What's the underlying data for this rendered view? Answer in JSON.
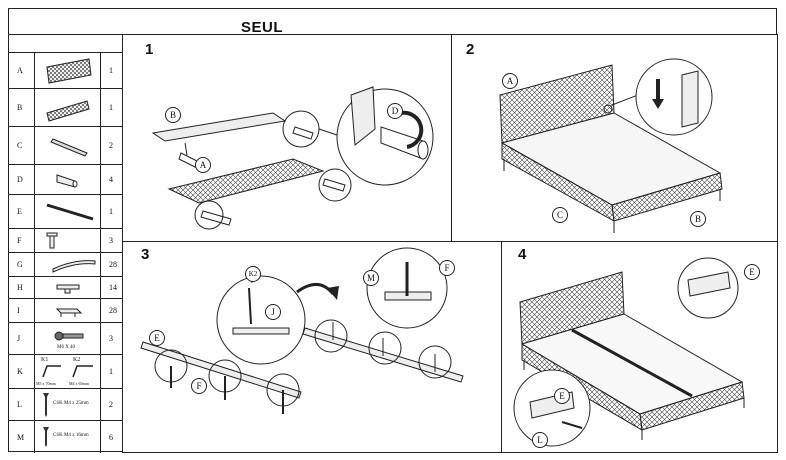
{
  "title": "SEUL",
  "parts": [
    {
      "letter": "A",
      "qty": "1",
      "icon": "headboard-panel"
    },
    {
      "letter": "B",
      "qty": "1",
      "icon": "footboard-panel"
    },
    {
      "letter": "C",
      "qty": "2",
      "icon": "side-rail"
    },
    {
      "letter": "D",
      "qty": "4",
      "icon": "leg"
    },
    {
      "letter": "E",
      "qty": "1",
      "icon": "center-beam"
    },
    {
      "letter": "F",
      "qty": "3",
      "icon": "support-leg"
    },
    {
      "letter": "G",
      "qty": "28",
      "icon": "slat"
    },
    {
      "letter": "H",
      "qty": "14",
      "icon": "slat-holder"
    },
    {
      "letter": "I",
      "qty": "28",
      "icon": "slat-cap"
    },
    {
      "letter": "J",
      "qty": "3",
      "icon": "bolt",
      "note": "M6 X 40"
    },
    {
      "letter": "K",
      "qty": "1",
      "icon": "allen-keys",
      "sub": [
        "K1",
        "K2"
      ],
      "sub_notes": [
        "M5 x 70mm",
        "M4 x 65mm"
      ]
    },
    {
      "letter": "L",
      "qty": "2",
      "icon": "screw",
      "note": "CSK M4 x 25mm"
    },
    {
      "letter": "M",
      "qty": "6",
      "icon": "screw",
      "note": "CSK M4 x 16mm"
    }
  ],
  "steps": [
    {
      "number": "1",
      "callouts": [
        "B",
        "A",
        "D"
      ]
    },
    {
      "number": "2",
      "callouts": [
        "A",
        "C",
        "B"
      ]
    },
    {
      "number": "3",
      "callouts": [
        "K2",
        "J",
        "E",
        "F",
        "M",
        "F"
      ]
    },
    {
      "number": "4",
      "callouts": [
        "E",
        "E",
        "L"
      ]
    }
  ]
}
